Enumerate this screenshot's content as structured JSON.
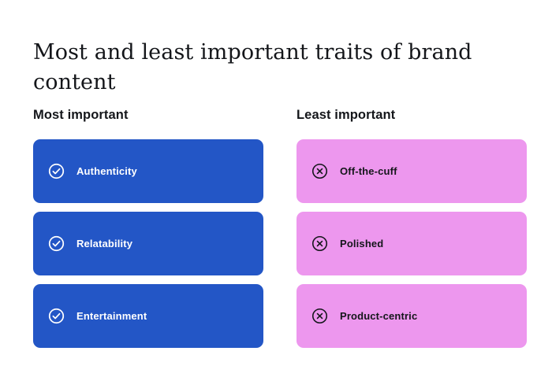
{
  "page": {
    "title": "Most and least important traits of brand content",
    "background_color": "#ffffff"
  },
  "colors": {
    "blue_card": "#2356c6",
    "pink_card": "#ed97ee",
    "blue_card_text": "#ffffff",
    "pink_card_text": "#14161a",
    "title_text": "#14161a"
  },
  "columns": [
    {
      "id": "most-important",
      "header": "Most important",
      "style": "blue",
      "icon": "check-circle-icon",
      "items": [
        {
          "label": "Authenticity"
        },
        {
          "label": "Relatability"
        },
        {
          "label": "Entertainment"
        }
      ]
    },
    {
      "id": "least-important",
      "header": "Least important",
      "style": "pink",
      "icon": "x-circle-icon",
      "items": [
        {
          "label": "Off-the-cuff"
        },
        {
          "label": "Polished"
        },
        {
          "label": "Product-centric"
        }
      ]
    }
  ]
}
